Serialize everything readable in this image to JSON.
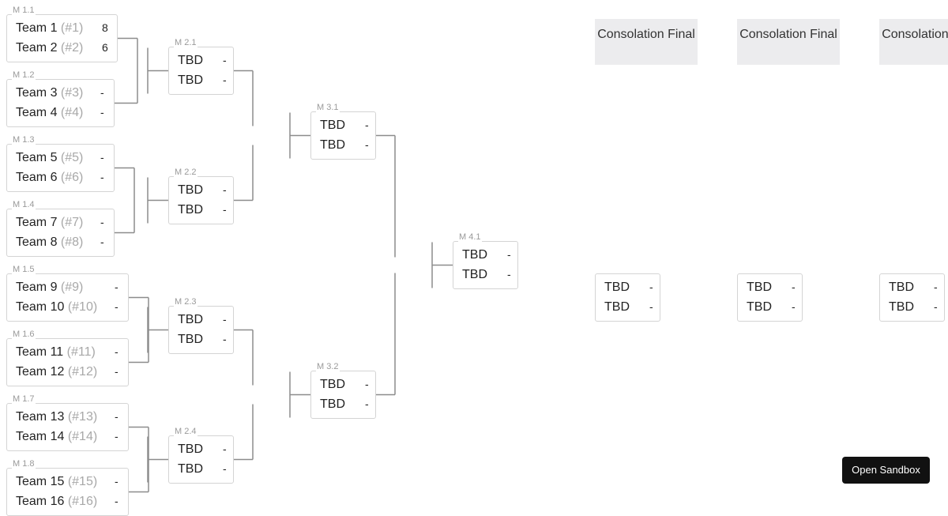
{
  "bracket": {
    "round1": [
      {
        "label": "M 1.1",
        "teams": [
          {
            "name": "Team 1",
            "seed": "(#1)",
            "score": "8"
          },
          {
            "name": "Team 2",
            "seed": "(#2)",
            "score": "6"
          }
        ]
      },
      {
        "label": "M 1.2",
        "teams": [
          {
            "name": "Team 3",
            "seed": "(#3)",
            "score": "-"
          },
          {
            "name": "Team 4",
            "seed": "(#4)",
            "score": "-"
          }
        ]
      },
      {
        "label": "M 1.3",
        "teams": [
          {
            "name": "Team 5",
            "seed": "(#5)",
            "score": "-"
          },
          {
            "name": "Team 6",
            "seed": "(#6)",
            "score": "-"
          }
        ]
      },
      {
        "label": "M 1.4",
        "teams": [
          {
            "name": "Team 7",
            "seed": "(#7)",
            "score": "-"
          },
          {
            "name": "Team 8",
            "seed": "(#8)",
            "score": "-"
          }
        ]
      },
      {
        "label": "M 1.5",
        "teams": [
          {
            "name": "Team 9",
            "seed": "(#9)",
            "score": "-"
          },
          {
            "name": "Team 10",
            "seed": "(#10)",
            "score": "-"
          }
        ]
      },
      {
        "label": "M 1.6",
        "teams": [
          {
            "name": "Team 11",
            "seed": "(#11)",
            "score": "-"
          },
          {
            "name": "Team 12",
            "seed": "(#12)",
            "score": "-"
          }
        ]
      },
      {
        "label": "M 1.7",
        "teams": [
          {
            "name": "Team 13",
            "seed": "(#13)",
            "score": "-"
          },
          {
            "name": "Team 14",
            "seed": "(#14)",
            "score": "-"
          }
        ]
      },
      {
        "label": "M 1.8",
        "teams": [
          {
            "name": "Team 15",
            "seed": "(#15)",
            "score": "-"
          },
          {
            "name": "Team 16",
            "seed": "(#16)",
            "score": "-"
          }
        ]
      }
    ],
    "round2": [
      {
        "label": "M 2.1",
        "teams": [
          {
            "name": "TBD",
            "score": "-"
          },
          {
            "name": "TBD",
            "score": "-"
          }
        ]
      },
      {
        "label": "M 2.2",
        "teams": [
          {
            "name": "TBD",
            "score": "-"
          },
          {
            "name": "TBD",
            "score": "-"
          }
        ]
      },
      {
        "label": "M 2.3",
        "teams": [
          {
            "name": "TBD",
            "score": "-"
          },
          {
            "name": "TBD",
            "score": "-"
          }
        ]
      },
      {
        "label": "M 2.4",
        "teams": [
          {
            "name": "TBD",
            "score": "-"
          },
          {
            "name": "TBD",
            "score": "-"
          }
        ]
      }
    ],
    "round3": [
      {
        "label": "M 3.1",
        "teams": [
          {
            "name": "TBD",
            "score": "-"
          },
          {
            "name": "TBD",
            "score": "-"
          }
        ]
      },
      {
        "label": "M 3.2",
        "teams": [
          {
            "name": "TBD",
            "score": "-"
          },
          {
            "name": "TBD",
            "score": "-"
          }
        ]
      }
    ],
    "round4": [
      {
        "label": "M 4.1",
        "teams": [
          {
            "name": "TBD",
            "score": "-"
          },
          {
            "name": "TBD",
            "score": "-"
          }
        ]
      }
    ],
    "consolation": [
      {
        "header": "Consolation Final",
        "teams": [
          {
            "name": "TBD",
            "score": "-"
          },
          {
            "name": "TBD",
            "score": "-"
          }
        ]
      },
      {
        "header": "Consolation Final",
        "teams": [
          {
            "name": "TBD",
            "score": "-"
          },
          {
            "name": "TBD",
            "score": "-"
          }
        ]
      },
      {
        "header": "Consolation Final",
        "teams": [
          {
            "name": "TBD",
            "score": "-"
          },
          {
            "name": "TBD",
            "score": "-"
          }
        ]
      }
    ]
  },
  "actions": {
    "open_sandbox": "Open Sandbox"
  },
  "colors": {
    "connector": "#8c8c8c",
    "box_border": "#d4d4d4",
    "seed_text": "#a8a8a8",
    "header_bg": "#ececee",
    "button_bg": "#111111"
  }
}
